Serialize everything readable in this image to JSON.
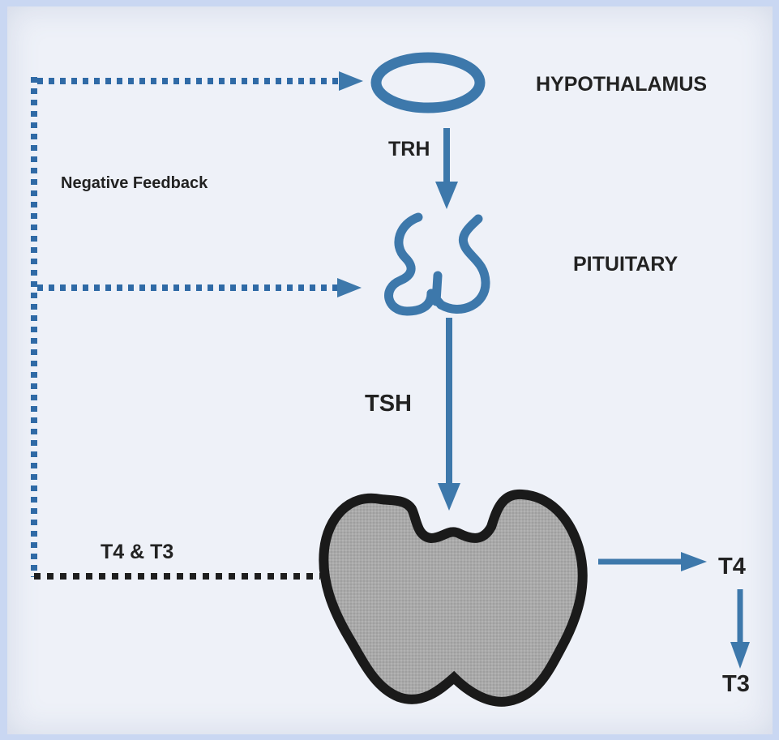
{
  "labels": {
    "hypothalamus": "HYPOTHALAMUS",
    "trh": "TRH",
    "negative_feedback": "Negative Feedback",
    "pituitary": "PITUITARY",
    "tsh": "TSH",
    "t4_t3": "T4 & T3",
    "t4": "T4",
    "t3": "T3"
  },
  "colors": {
    "accent_blue": "#3d78ab",
    "feedback_blue": "#2f6aa6",
    "feedback_dark": "#1e1e1e",
    "thyroid_fill": "#a9a9a9",
    "thyroid_outline": "#1a1a1a",
    "text": "#222222"
  }
}
